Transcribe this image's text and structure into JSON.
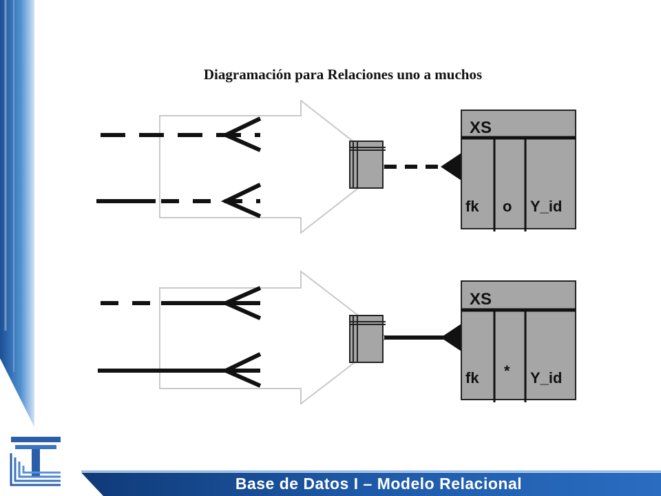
{
  "slide": {
    "title": "Diagramación para Relaciones uno a muchos",
    "footer": "Base de Datos I – Modelo Relacional"
  },
  "diagrams": [
    {
      "lines": [
        "dashed",
        "mixed"
      ],
      "table": {
        "name": "XS",
        "columns": [
          "fk",
          "o",
          "Y_id"
        ]
      },
      "connector": "dashed"
    },
    {
      "lines": [
        "mixed-reverse",
        "solid"
      ],
      "table": {
        "name": "XS",
        "columns": [
          "fk",
          "*",
          "Y_id"
        ]
      },
      "connector": "solid"
    }
  ],
  "colors": {
    "table_fill": "#a6a6a6",
    "footer_blue": "#1a4a8c",
    "accent_blue": "#2f7fc8"
  },
  "icons": [
    "institution-logo-icon"
  ]
}
